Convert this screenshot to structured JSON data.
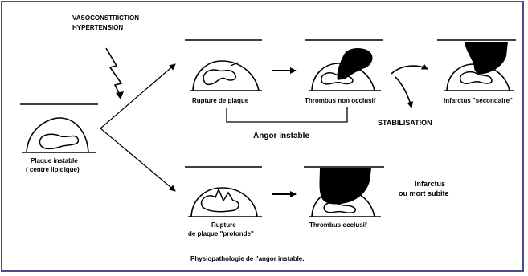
{
  "labels": {
    "vasoconstriction": "VASOCONSTRICTION",
    "hypertension": "HYPERTENSION",
    "plaque_instable": "Plaque instable",
    "centre_lipidique": "( centre lipidique)",
    "rupture_plaque": "Rupture de plaque",
    "thrombus_non_occlusif": "Thrombus non occlusif",
    "infarctus_secondaire": "Infarctus \"secondaire\"",
    "stabilisation": "STABILISATION",
    "angor_instable": "Angor instable",
    "infarctus": "Infarctus",
    "mort_subite": "ou mort subite",
    "rupture_profonde_1": "Rupture",
    "rupture_profonde_2": "de plaque \"profonde\"",
    "thrombus_occlusif": "Thrombus occlusif",
    "caption": "Physiopathologie de l'angor instable."
  },
  "colors": {
    "frame": "#4a4d8c",
    "ink": "#000000"
  }
}
